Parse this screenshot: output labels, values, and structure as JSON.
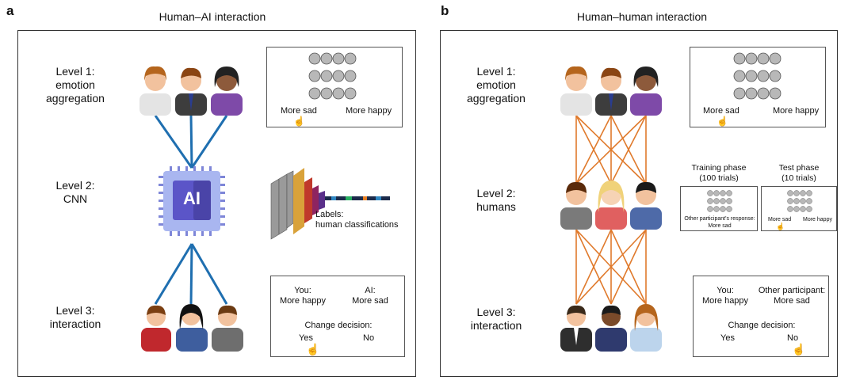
{
  "panel_a": {
    "letter": "a",
    "title": "Human–AI interaction",
    "level1": [
      "Level 1:",
      "emotion",
      "aggregation"
    ],
    "level2": [
      "Level 2:",
      "CNN"
    ],
    "level3": [
      "Level 3:",
      "interaction"
    ],
    "chip_label": "AI",
    "slider_left": "More sad",
    "slider_right": "More happy",
    "labels_title": "Labels:",
    "labels_text": "human classifications",
    "you_label": "You:",
    "you_value": "More happy",
    "ai_label": "AI:",
    "ai_value": "More sad",
    "change_decision": "Change decision:",
    "yes": "Yes",
    "no": "No"
  },
  "panel_b": {
    "letter": "b",
    "title": "Human–human interaction",
    "level1": [
      "Level 1:",
      "emotion",
      "aggregation"
    ],
    "level2": [
      "Level 2:",
      "humans"
    ],
    "level3": [
      "Level 3:",
      "interaction"
    ],
    "slider_left": "More sad",
    "slider_right": "More happy",
    "training_title": "Training phase",
    "training_sub": "(100 trials)",
    "test_title": "Test phase",
    "test_sub": "(10 trials)",
    "other_response": "Other participant's response:",
    "other_response_value": "More sad",
    "test_left": "More sad",
    "test_right": "More happy",
    "you_label": "You:",
    "you_value": "More happy",
    "other_label": "Other participant:",
    "other_value": "More sad",
    "change_decision": "Change decision:",
    "yes": "Yes",
    "no": "No"
  },
  "colors": {
    "ai_lines": "#1f6fb0",
    "human_lines": "#e07a2c",
    "chip": "#5b55c8"
  }
}
